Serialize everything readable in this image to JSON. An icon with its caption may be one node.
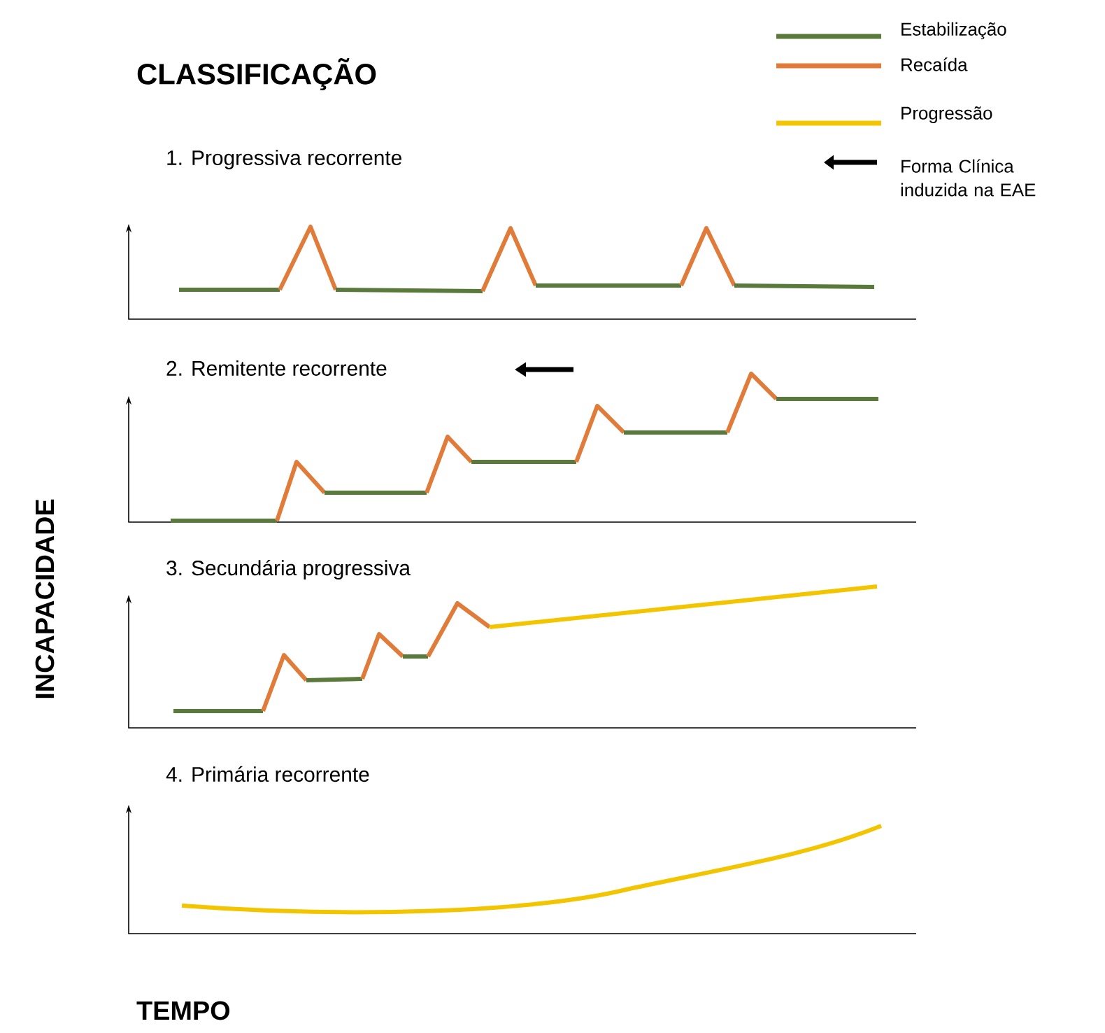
{
  "diagram": {
    "title": "CLASSIFICAÇÃO",
    "labels": [
      "1. Progressiva recorrente",
      "2. Remitente recorrente",
      "3. Secundária progressiva",
      "4. Primária recorrente",
      "INCAPACIDADE",
      "TEMPO"
    ],
    "legend": [
      {
        "text": "Estabilização"
      },
      {
        "text": "Recaída"
      },
      {
        "text": "Progressão"
      },
      {
        "text": "Forma Clínica induzida na EAE"
      }
    ]
  }
}
